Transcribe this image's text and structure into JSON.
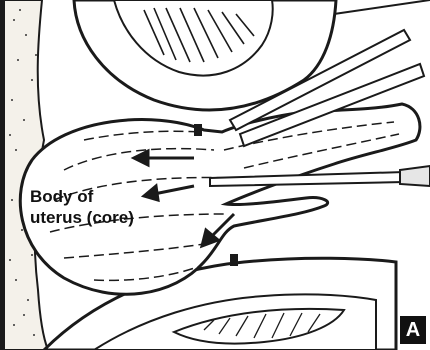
{
  "figure": {
    "structure_label_line1": "Body of",
    "structure_label_line2": "uterus (core)",
    "panel_letter": "A"
  }
}
